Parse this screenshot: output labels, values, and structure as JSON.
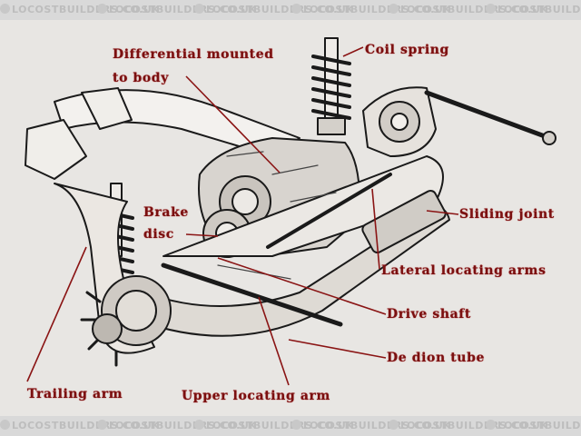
{
  "watermark": {
    "text": "LOCOSTBUILDERS.CO.UK",
    "repeat": 6
  },
  "labels": {
    "differential": "Differential mounted",
    "differential_2": "to body",
    "coil_spring": "Coil spring",
    "sliding_joint": "Sliding joint",
    "brake_disc": "Brake",
    "brake_disc_2": "disc",
    "lateral_locating_arms": "Lateral locating arms",
    "drive_shaft": "Drive shaft",
    "de_dion_tube": "De dion tube",
    "trailing_arm": "Trailing arm",
    "upper_locating_arm": "Upper locating arm"
  },
  "colors": {
    "label": "#7a1010",
    "leader": "#8a1414",
    "ink": "#1a1a1a",
    "paper": "#e8e6e3"
  }
}
